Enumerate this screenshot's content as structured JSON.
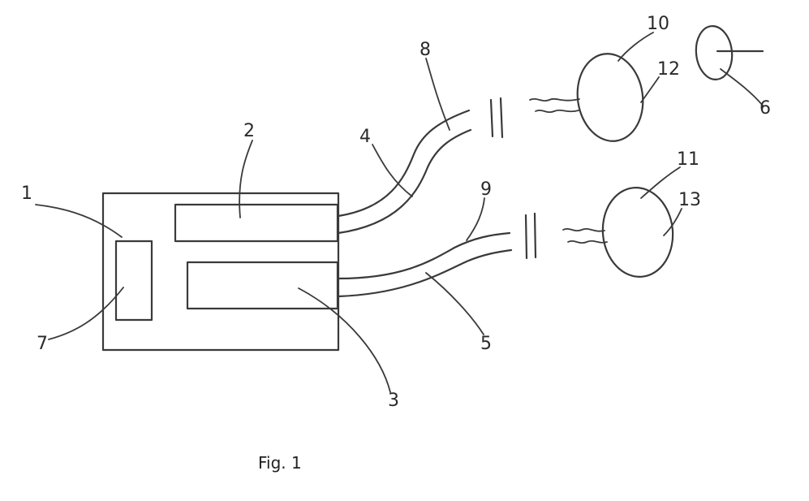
{
  "caption": "Fig. 1",
  "labels": {
    "n1": "1",
    "n2": "2",
    "n3": "3",
    "n4": "4",
    "n5": "5",
    "n6": "6",
    "n7": "7",
    "n8": "8",
    "n9": "9",
    "n10": "10",
    "n11": "11",
    "n12": "12",
    "n13": "13"
  }
}
